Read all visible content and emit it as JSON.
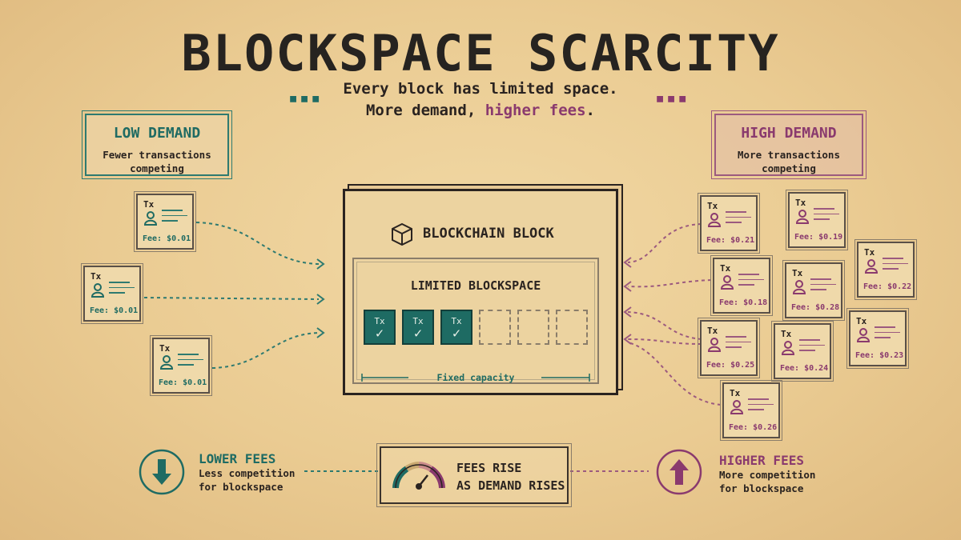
{
  "title": "BLOCKSPACE SCARCITY",
  "subtitle": {
    "line1": "Every block has limited space.",
    "line2_prefix": "More demand, ",
    "line2_highlight": "higher fees",
    "line2_suffix": "."
  },
  "colors": {
    "teal": "#1f6b63",
    "plum": "#8a3a6e",
    "background": "#eacb92"
  },
  "low_demand": {
    "title": "LOW DEMAND",
    "line1": "Fewer transactions",
    "line2": "competing"
  },
  "high_demand": {
    "title": "HIGH DEMAND",
    "line1": "More transactions",
    "line2": "competing"
  },
  "tx_label": "Tx",
  "low_txs": [
    {
      "fee": "Fee: $0.01"
    },
    {
      "fee": "Fee: $0.01"
    },
    {
      "fee": "Fee: $0.01"
    }
  ],
  "high_txs": [
    {
      "fee": "Fee: $0.21"
    },
    {
      "fee": "Fee: $0.19"
    },
    {
      "fee": "Fee: $0.22"
    },
    {
      "fee": "Fee: $0.18"
    },
    {
      "fee": "Fee: $0.28"
    },
    {
      "fee": "Fee: $0.25"
    },
    {
      "fee": "Fee: $0.24"
    },
    {
      "fee": "Fee: $0.23"
    },
    {
      "fee": "Fee: $0.26"
    }
  ],
  "block": {
    "title": "BLOCKCHAIN BLOCK",
    "icon": "cube-icon",
    "inner_title": "LIMITED BLOCKSPACE",
    "slot_label": "Tx",
    "filled_slots": 3,
    "total_slots": 6,
    "capacity_label": "Fixed capacity"
  },
  "lower_fees": {
    "title": "LOWER FEES",
    "line1": "Less competition",
    "line2": "for blockspace",
    "icon": "arrow-down-icon"
  },
  "fees_rise": {
    "line1": "FEES RISE",
    "line2": "AS DEMAND RISES",
    "icon": "gauge-icon"
  },
  "higher_fees": {
    "title": "HIGHER FEES",
    "line1": "More competition",
    "line2": "for blockspace",
    "icon": "arrow-up-icon"
  }
}
